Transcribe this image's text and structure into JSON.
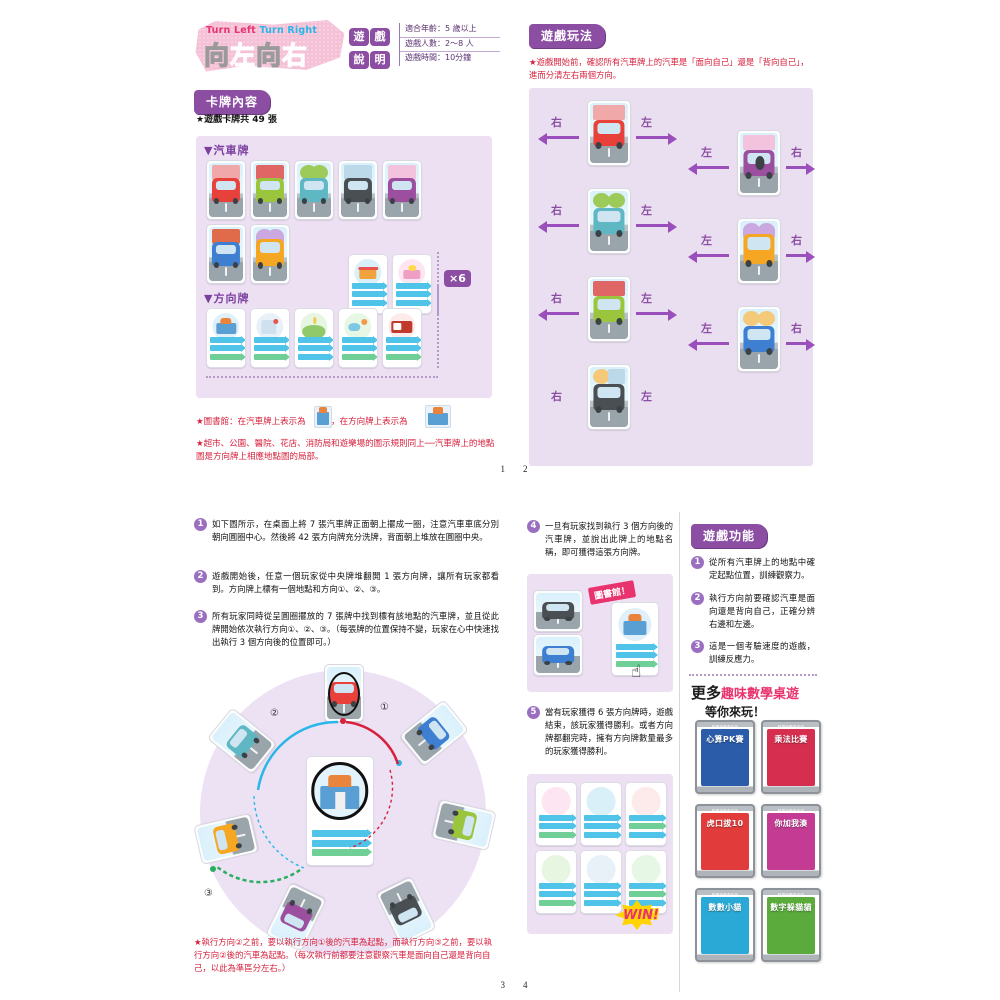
{
  "title": {
    "english_top": "Turn Left",
    "english_bottom": "Turn Right",
    "chinese": [
      "向",
      "左",
      "向",
      "右"
    ]
  },
  "info_box": {
    "tiles": [
      "遊",
      "戲",
      "說",
      "明"
    ],
    "lines": [
      "適合年齡：5 歲以上",
      "遊戲人數：2～8 人",
      "遊戲時間：10分鐘"
    ]
  },
  "page1": {
    "number": "1",
    "heading": "卡牌內容",
    "total_cards_note": "★遊戲卡牌共 49 張",
    "car_section_label": "▼汽車牌",
    "direction_section_label": "▼方向牌",
    "multiplier_badge": "×6",
    "car_cards": [
      {
        "name": "red-car-library",
        "body": "#e8413c",
        "roof": "#c9302c",
        "top_icon": "library"
      },
      {
        "name": "green-car-supermarket",
        "body": "#9bc53d",
        "roof": "#7fa72e",
        "top_icon": "supermarket"
      },
      {
        "name": "teal-car-park",
        "body": "#5fb7c4",
        "roof": "#3f9aa8",
        "top_icon": "park"
      },
      {
        "name": "black-car-hospital",
        "body": "#4a4f54",
        "roof": "#35393d",
        "top_icon": "hospital"
      },
      {
        "name": "purple-car-flower",
        "body": "#9b4f9e",
        "roof": "#7d3d80",
        "top_icon": "flowershop"
      },
      {
        "name": "blue-car-fire",
        "body": "#3f7fd1",
        "roof": "#3268ad",
        "top_icon": "firestation"
      },
      {
        "name": "orange-bus-playground",
        "body": "#f5a623",
        "roof": "#e08c0c",
        "top_icon": "playground"
      }
    ],
    "sample_direction_cards": [
      {
        "name": "supermarket-card",
        "tint": "#d9f0f8"
      },
      {
        "name": "flowershop-card",
        "tint": "#fde6f1"
      }
    ],
    "direction_cards": [
      {
        "name": "library-card",
        "tint": "#dff0fa"
      },
      {
        "name": "hospital-card",
        "tint": "#e8f1f8"
      },
      {
        "name": "park-card",
        "tint": "#e6f6e0"
      },
      {
        "name": "playground-card",
        "tint": "#e7f7e6"
      },
      {
        "name": "firestation-card",
        "tint": "#fdeaea"
      }
    ],
    "notes": [
      "★圖書館：在汽車牌上表示為　　　，在方向牌上表示為　　　　。",
      "★超市、公園、醫院、花店、消防局和遊樂場的圖示規則同上──汽車牌上的地點圖是方向牌上相應地點圖的局部。"
    ]
  },
  "page2": {
    "number": "2",
    "heading": "遊戲玩法",
    "intro_note": "★遊戲開始前，確認所有汽車牌上的汽車是「面向自己」還是「背向自己」，進而分清左右兩個方向。",
    "label_left": "左",
    "label_right": "右",
    "rows": [
      {
        "name": "front-facing-red-car",
        "facing": "front",
        "body": "#e8413c",
        "left_label": "右",
        "right_label": "左"
      },
      {
        "name": "back-facing-purple-car",
        "facing": "back",
        "body": "#9b4f9e",
        "left_label": "左",
        "right_label": "右"
      },
      {
        "name": "front-facing-teal-bus",
        "facing": "front",
        "body": "#5fb7c4",
        "left_label": "右",
        "right_label": "左"
      },
      {
        "name": "back-facing-orange-bus",
        "facing": "back",
        "body": "#f5a623",
        "left_label": "左",
        "right_label": "右"
      },
      {
        "name": "front-facing-green-car",
        "facing": "front",
        "body": "#9bc53d",
        "left_label": "右",
        "right_label": "左"
      },
      {
        "name": "back-facing-blue-car",
        "facing": "back",
        "body": "#3f7fd1",
        "left_label": "左",
        "right_label": "右"
      },
      {
        "name": "front-facing-black-car",
        "facing": "front",
        "body": "#4a4f54",
        "left_label": "右",
        "right_label": "左"
      }
    ]
  },
  "page3": {
    "number": "3",
    "steps": [
      {
        "num": "1",
        "text": "如下圖所示，在桌面上將 7 張汽車牌正面朝上擺成一圈，注意汽車車底分別朝向圓圈中心。然後將 42 張方向牌充分洗牌，背面朝上堆放在圓圈中央。"
      },
      {
        "num": "2",
        "text": "遊戲開始後，任意一個玩家從中央牌堆翻開 1 張方向牌，讓所有玩家都看到。方向牌上標有一個地點和方向①、②、③。"
      },
      {
        "num": "3",
        "text": "所有玩家同時從呈圓圈擺放的 7 張牌中找到標有該地點的汽車牌，並且從此牌開始依次執行方向①、②、③。（每張牌的位置保持不變，玩家在心中快速找出執行 3 個方向後的位置即可。）"
      }
    ],
    "diagram_markers": [
      "①",
      "②",
      "③"
    ],
    "bottom_note": "★執行方向②之前，要以執行方向①後的汽車為起點，而執行方向③之前，要以執行方向②後的汽車為起點。（每次執行前都要注意觀察汽車是面向自己還是背向自己，以此為準區分左右。）"
  },
  "page4": {
    "number": "4",
    "steps": [
      {
        "num": "4",
        "text": "一旦有玩家找到執行 3 個方向後的汽車牌，並說出此牌上的地點名稱，即可獲得這張方向牌。"
      },
      {
        "num": "5",
        "text": "當有玩家獲得 6 張方向牌時，遊戲結束，該玩家獲得勝利。或者方向牌都翻完時，擁有方向牌數量最多的玩家獲得勝利。"
      }
    ],
    "grab_tag": "圖書館！",
    "win_label": "WIN!",
    "functions": {
      "heading": "遊戲功能",
      "items": [
        {
          "num": "1",
          "text": "從所有汽車牌上的地點中確定起點位置，訓練觀察力。"
        },
        {
          "num": "2",
          "text": "執行方向前要確認汽車是面向還是背向自己，正確分辨右邊和左邊。"
        },
        {
          "num": "3",
          "text": "這是一個考驗速度的遊戲，訓練反應力。"
        }
      ]
    },
    "promo": {
      "line1_big": "更多",
      "line1_pink": "趣味數學桌遊",
      "line2": "等你來玩！",
      "products": [
        {
          "name": "心算PK賽",
          "caption": "數學遊戲盒系列",
          "face": "#2a5caa",
          "accent": "#ffffff"
        },
        {
          "name": "乘法比賽",
          "caption": "數學遊戲盒系列",
          "face": "#d62e4e",
          "accent": "#ffffff"
        },
        {
          "name": "虎口拔10",
          "caption": "數學遊戲盒系列",
          "face": "#e23b3b",
          "accent": "#ffffff"
        },
        {
          "name": "你加我湊",
          "caption": "數學遊戲盒系列",
          "face": "#c43b94",
          "accent": "#ffffff"
        },
        {
          "name": "數數小貓",
          "caption": "數學遊戲盒系列",
          "face": "#2aa9d6",
          "accent": "#ffffff"
        },
        {
          "name": "數字躲貓貓",
          "caption": "數學遊戲盒系列",
          "face": "#5aab3b",
          "accent": "#ffffff"
        }
      ]
    },
    "win_cards": [
      {
        "name": "win-card-1"
      },
      {
        "name": "win-card-2"
      },
      {
        "name": "win-card-3"
      },
      {
        "name": "win-card-4"
      },
      {
        "name": "win-card-5"
      },
      {
        "name": "win-card-6"
      }
    ]
  },
  "colors": {
    "purple": "#8b4ea3",
    "panel": "#ece0f2",
    "red": "#d6203c",
    "pink": "#e8336e",
    "blue": "#29b6e8"
  }
}
